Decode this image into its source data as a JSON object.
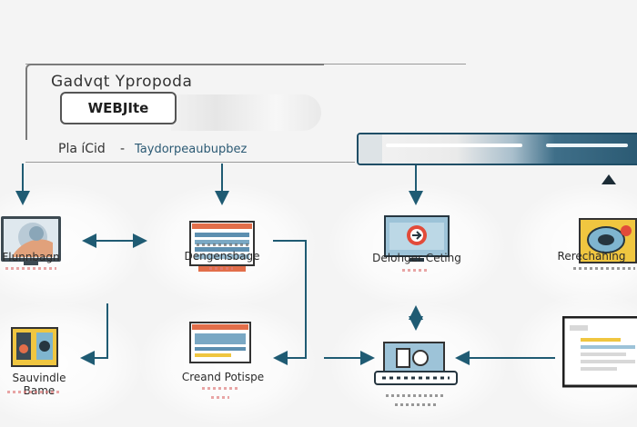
{
  "header": {
    "title": "Gadvqt Ypropoda",
    "badge": "WEBJIte",
    "subtitle_left": "Pla íCid",
    "subtitle_dash": "-",
    "subtitle_right": "Taydorpeaubupbez"
  },
  "nodes": {
    "top_left": "Flunnbagn",
    "top_center": "Dengensbage",
    "top_right_center": "Delohger Ceting",
    "top_right": "Rerechahing",
    "bottom_left": "Sauvindle Bame",
    "bottom_center": "Creand Potispe"
  },
  "colors": {
    "accent": "#1f5b73",
    "arrow": "#1f5b73",
    "progress_dark": "#2b5a73"
  }
}
